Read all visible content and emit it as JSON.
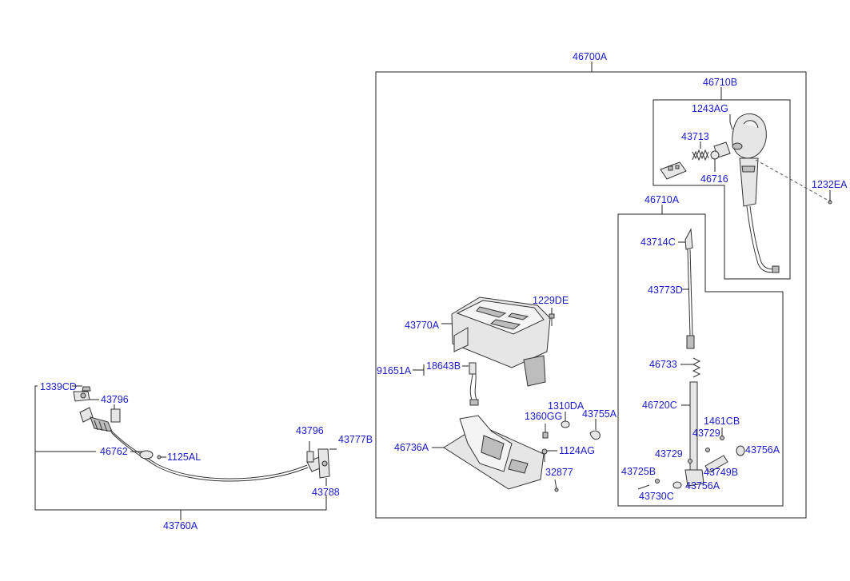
{
  "diagram": {
    "labels": {
      "p46700A": "46700A",
      "p46710B": "46710B",
      "p1243AG": "1243AG",
      "p43713": "43713",
      "p46716": "46716",
      "p1232EA": "1232EA",
      "p46710A": "46710A",
      "p43714C": "43714C",
      "p43773D": "43773D",
      "p46733": "46733",
      "p46720C": "46720C",
      "p1461CB": "1461CB",
      "p43729a": "43729",
      "p43729b": "43729",
      "p43756Aa": "43756A",
      "p43756Ab": "43756A",
      "p43749B": "43749B",
      "p43725B": "43725B",
      "p43730C": "43730C",
      "p1229DE": "1229DE",
      "p43770A": "43770A",
      "p91651A": "91651A",
      "p18643B": "18643B",
      "p1310DA": "1310DA",
      "p1360GG": "1360GG",
      "p43755A": "43755A",
      "p46736A": "46736A",
      "p1124AG": "1124AG",
      "p32877": "32877",
      "p1339CD": "1339CD",
      "p43796a": "43796",
      "p43796b": "43796",
      "p43777B": "43777B",
      "p46762": "46762",
      "p1125AL": "1125AL",
      "p43788": "43788",
      "p43760A": "43760A"
    }
  }
}
